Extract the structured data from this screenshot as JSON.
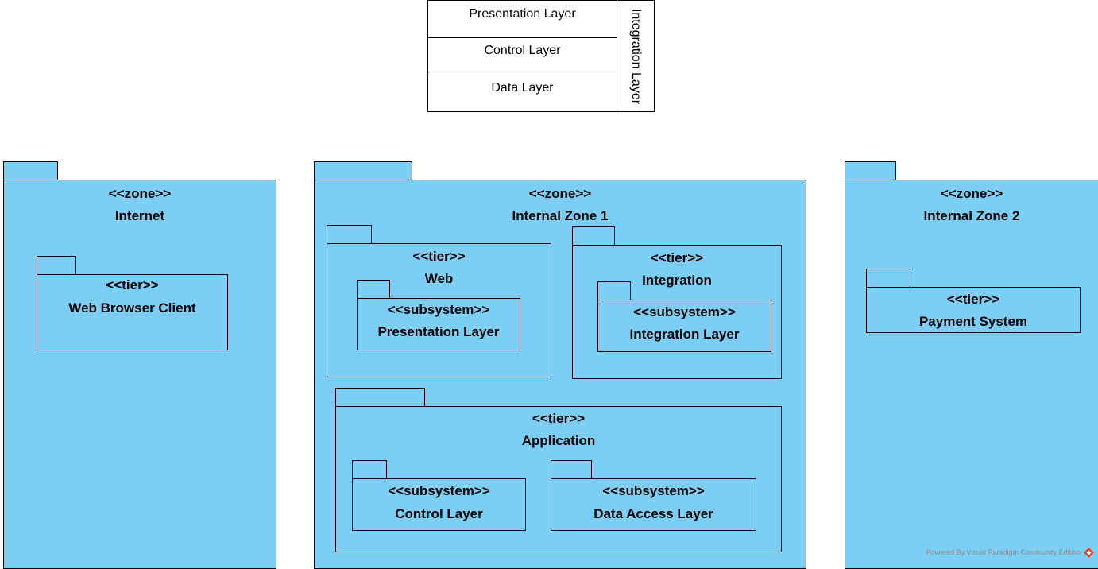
{
  "legend": {
    "rows": [
      "Presentation Layer",
      "Control Layer",
      "Data Layer"
    ],
    "side_label": "Integration Layer"
  },
  "zones": {
    "internet": {
      "stereotype": "<<zone>>",
      "name": "Internet",
      "tier": {
        "stereotype": "<<tier>>",
        "name": "Web Browser Client"
      }
    },
    "internal1": {
      "stereotype": "<<zone>>",
      "name": "Internal Zone 1",
      "web_tier": {
        "stereotype": "<<tier>>",
        "name": "Web",
        "subsystem": {
          "stereotype": "<<subsystem>>",
          "name": "Presentation Layer"
        }
      },
      "integration_tier": {
        "stereotype": "<<tier>>",
        "name": "Integration",
        "subsystem": {
          "stereotype": "<<subsystem>>",
          "name": "Integration Layer"
        }
      },
      "application_tier": {
        "stereotype": "<<tier>>",
        "name": "Application",
        "control_subsystem": {
          "stereotype": "<<subsystem>>",
          "name": "Control Layer"
        },
        "data_subsystem": {
          "stereotype": "<<subsystem>>",
          "name": "Data Access Layer"
        }
      }
    },
    "internal2": {
      "stereotype": "<<zone>>",
      "name": "Internal Zone 2",
      "tier": {
        "stereotype": "<<tier>>",
        "name": "Payment System"
      }
    }
  },
  "watermark": "Powered By Visual Paradigm Community Edition",
  "colors": {
    "package_fill": "#7ccef4",
    "border": "#000000"
  }
}
